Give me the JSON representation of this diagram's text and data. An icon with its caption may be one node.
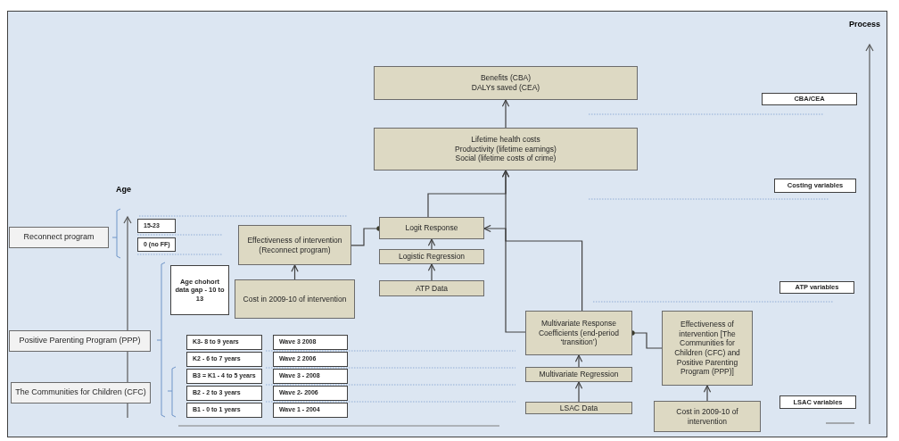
{
  "diagram": {
    "nodes": [
      {
        "text": [
          "Benefits (CBA)",
          "DALYs saved (CEA)"
        ]
      },
      {
        "text": [
          "Lifetime health costs",
          "Productivity (lifetime earnings)",
          "Social (lifetime costs of crime)"
        ]
      },
      {
        "text": [
          "Logit Response"
        ]
      },
      {
        "text": [
          "Logistic Regression"
        ]
      },
      {
        "text": [
          "ATP Data"
        ]
      },
      {
        "text": [
          "Effectiveness of intervention (Reconnect program)"
        ]
      },
      {
        "text": [
          "Cost in 2009-10 of intervention"
        ]
      },
      {
        "text": [
          "Multivariate Response Coefficients (end-period ‘transition’)"
        ]
      },
      {
        "text": [
          "Multivariate Regression"
        ]
      },
      {
        "text": [
          "LSAC Data"
        ]
      },
      {
        "text": [
          "Effectiveness of intervention [The Communities for Children (CFC) and Positive Parenting Program (PPP)]"
        ]
      },
      {
        "text": [
          "Cost in 2009-10 of intervention"
        ]
      },
      {
        "text": [
          "Reconnect program"
        ]
      },
      {
        "text": [
          "Positive Parenting Program (PPP)"
        ]
      },
      {
        "text": [
          "The Communities for Children (CFC)"
        ]
      },
      {
        "text": [
          "15-23"
        ]
      },
      {
        "text": [
          "0 (no FF)"
        ]
      },
      {
        "text": [
          "Age chohort data gap - 10 to 13"
        ]
      },
      {
        "text": [
          "K3- 8 to 9 years"
        ]
      },
      {
        "text": [
          "Wave 3 2008"
        ]
      },
      {
        "text": [
          "K2 - 6 to 7 years"
        ]
      },
      {
        "text": [
          "Wave 2 2006"
        ]
      },
      {
        "text": [
          "B3 = K1 - 4 to 5 years"
        ]
      },
      {
        "text": [
          "Wave 3 - 2008"
        ]
      },
      {
        "text": [
          "B2 - 2 to 3 years"
        ]
      },
      {
        "text": [
          "Wave 2- 2006"
        ]
      },
      {
        "text": [
          "B1 - 0 to 1 years"
        ]
      },
      {
        "text": [
          "Wave 1 - 2004"
        ]
      },
      {
        "text": [
          "CBA/CEA"
        ]
      },
      {
        "text": [
          "Costing variables"
        ]
      },
      {
        "text": [
          "ATP variables"
        ]
      },
      {
        "text": [
          "LSAC variables"
        ]
      }
    ],
    "edges": [
      {
        "from": 1,
        "to": 0,
        "arrow": "to"
      },
      {
        "from": 2,
        "to": 1,
        "arrow": "to"
      },
      {
        "from": 3,
        "to": 2,
        "arrow": "to"
      },
      {
        "from": 4,
        "to": 3,
        "arrow": "to"
      },
      {
        "from": 5,
        "to": 2,
        "arrow": "other"
      },
      {
        "from": 6,
        "to": 5,
        "arrow": "to"
      },
      {
        "from": 7,
        "to": 1,
        "arrow": "to"
      },
      {
        "from": 7,
        "to": 2,
        "arrow": "to"
      },
      {
        "from": 8,
        "to": 7,
        "arrow": "to"
      },
      {
        "from": 9,
        "to": 8,
        "arrow": "to"
      },
      {
        "from": 10,
        "to": 7,
        "arrow": "other"
      },
      {
        "from": 11,
        "to": 10,
        "arrow": "to"
      }
    ],
    "labels": [
      "Process",
      "Age"
    ]
  }
}
